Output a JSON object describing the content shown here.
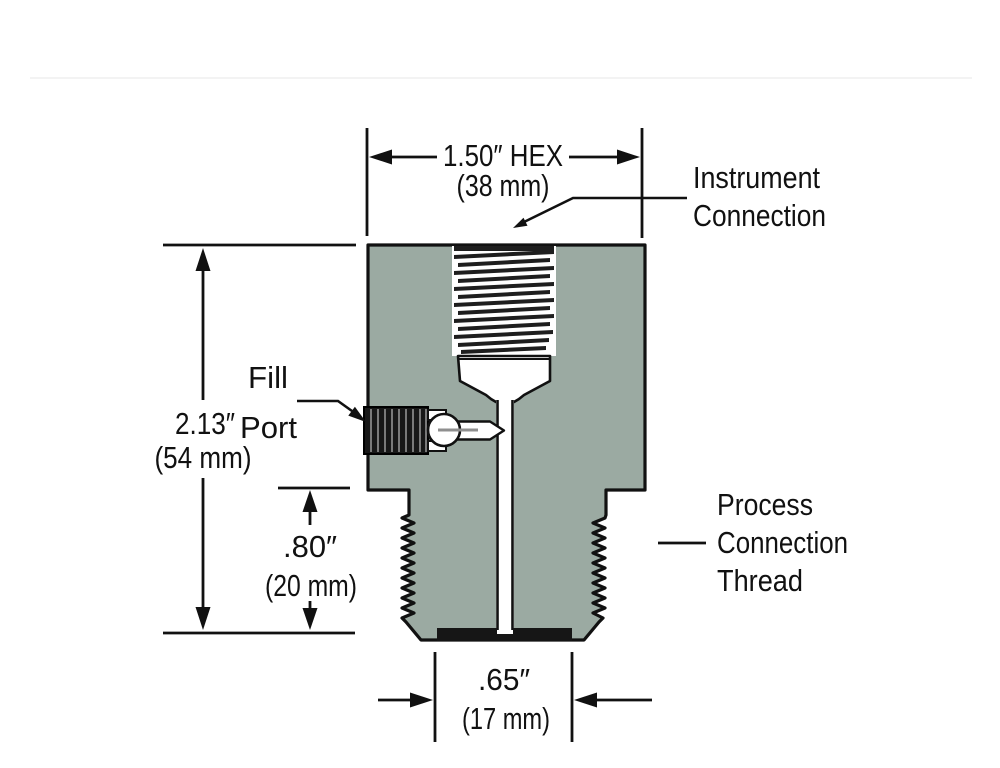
{
  "drawing": {
    "labels": {
      "instrument": [
        "Instrument",
        "Connection"
      ],
      "fill_port": [
        "Fill",
        "Port"
      ],
      "process": [
        "Process",
        "Connection",
        "Thread"
      ]
    },
    "dimensions": {
      "hex_width": {
        "in": "1.50″ HEX",
        "mm": "(38 mm)"
      },
      "overall_height": {
        "in": "2.13″",
        "mm": "(54 mm)"
      },
      "process_thread_length": {
        "in": ".80″",
        "mm": "(20 mm)"
      },
      "seal_face_width": {
        "in": ".65″",
        "mm": "(17 mm)"
      }
    },
    "colors": {
      "body_fill": "#9baaa2",
      "line": "#111111",
      "thread_dark": "#1e1e1e",
      "background": "#ffffff"
    }
  }
}
